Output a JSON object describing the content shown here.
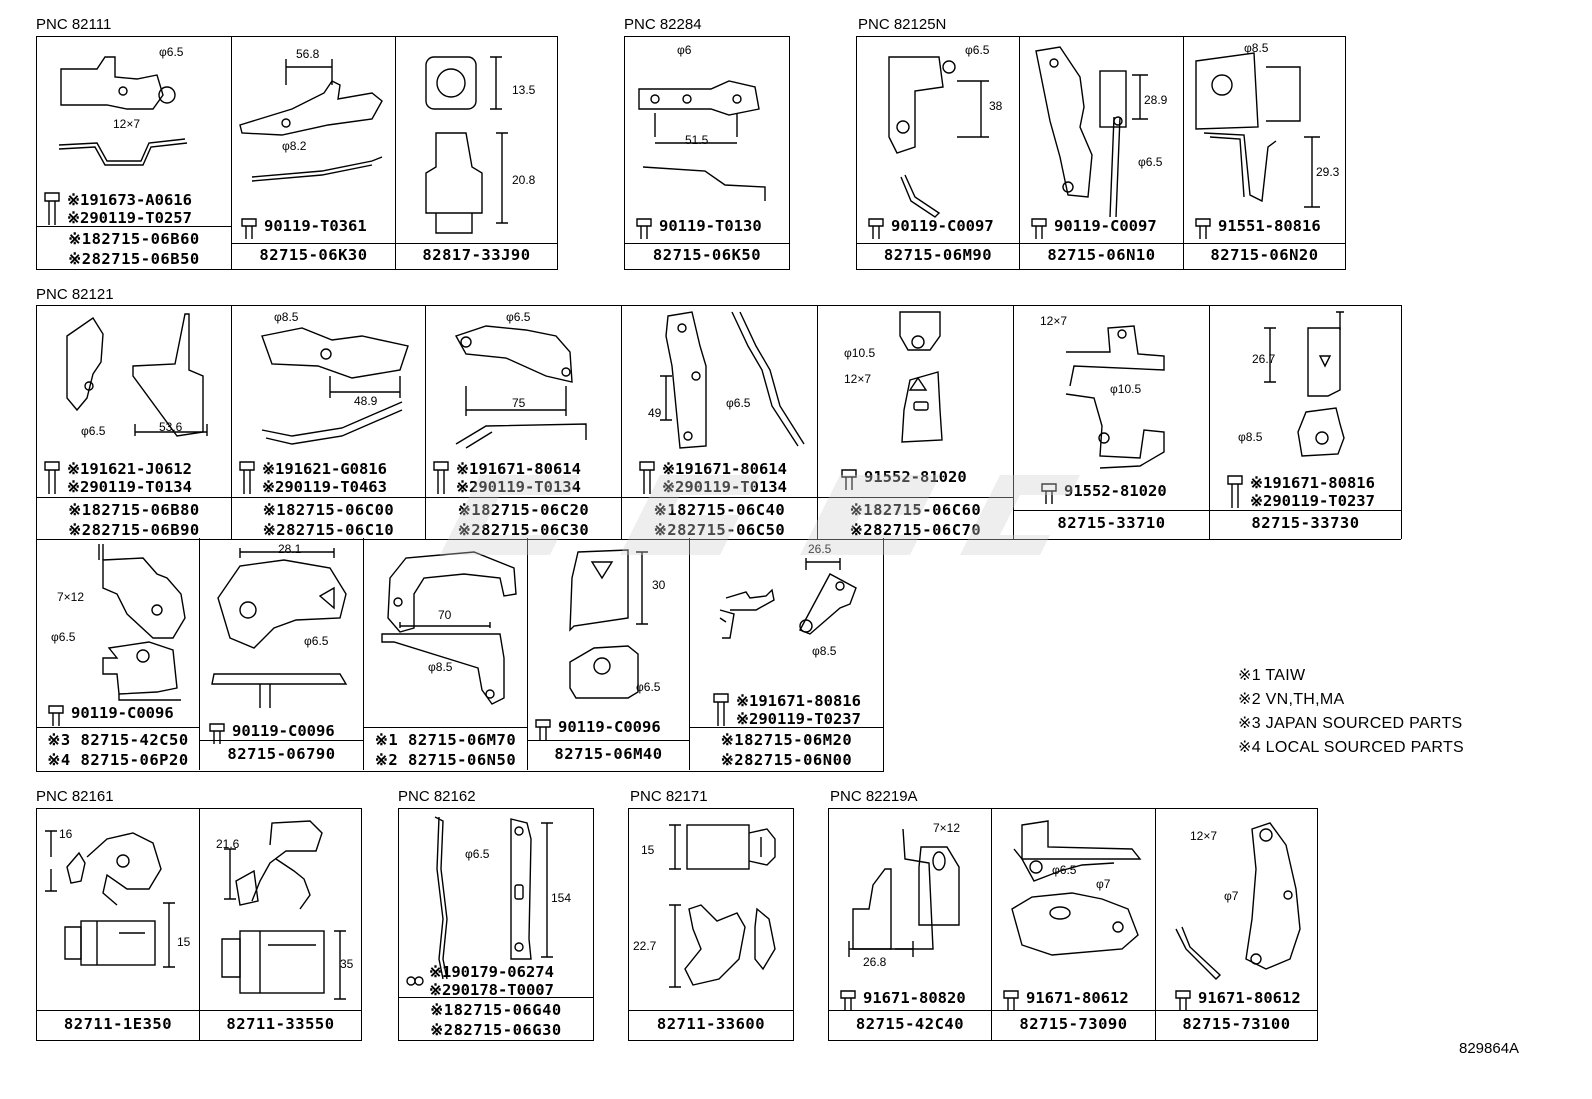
{
  "legend": [
    "※1 TAIW",
    "※2 VN,TH,MA",
    "※3 JAPAN SOURCED PARTS",
    "※4 LOCAL SOURCED PARTS"
  ],
  "drawing_number": "829864A",
  "groups": {
    "g82111": {
      "pnc": "PNC 82111",
      "c1": {
        "dims": [
          "φ6.5",
          "12×7"
        ],
        "bolts": [
          "※191673-A0616",
          "※290119-T0257"
        ],
        "parts": [
          "※182715-06B60",
          "※282715-06B50"
        ]
      },
      "c2": {
        "dims": [
          "56.8",
          "φ8.2"
        ],
        "bolts": [
          "90119-T0361"
        ],
        "parts": [
          "82715-06K30"
        ]
      },
      "c3": {
        "dims": [
          "13.5",
          "20.8"
        ],
        "parts": [
          "82817-33J90"
        ]
      }
    },
    "g82284": {
      "pnc": "PNC 82284",
      "c1": {
        "dims": [
          "φ6",
          "51.5"
        ],
        "bolts": [
          "90119-T0130"
        ],
        "parts": [
          "82715-06K50"
        ]
      }
    },
    "g82125N": {
      "pnc": "PNC 82125N",
      "c1": {
        "dims": [
          "φ6.5",
          "38"
        ],
        "bolts": [
          "90119-C0097"
        ],
        "parts": [
          "82715-06M90"
        ]
      },
      "c2": {
        "dims": [
          "28.9",
          "φ6.5"
        ],
        "bolts": [
          "90119-C0097"
        ],
        "parts": [
          "82715-06N10"
        ]
      },
      "c3": {
        "dims": [
          "φ8.5",
          "29.3"
        ],
        "bolts": [
          "91551-80816"
        ],
        "parts": [
          "82715-06N20"
        ]
      }
    },
    "g82121": {
      "pnc": "PNC 82121",
      "c1": {
        "dims": [
          "φ6.5",
          "53.6"
        ],
        "bolts": [
          "※191621-J0612",
          "※290119-T0134"
        ],
        "parts": [
          "※182715-06B80",
          "※282715-06B90"
        ]
      },
      "c2": {
        "dims": [
          "φ8.5",
          "48.9"
        ],
        "bolts": [
          "※191621-G0816",
          "※290119-T0463"
        ],
        "parts": [
          "※182715-06C00",
          "※282715-06C10"
        ]
      },
      "c3": {
        "dims": [
          "φ6.5",
          "75"
        ],
        "bolts": [
          "※191671-80614",
          "※290119-T0134"
        ],
        "parts": [
          "※182715-06C20",
          "※282715-06C30"
        ]
      },
      "c4": {
        "dims": [
          "49",
          "φ6.5"
        ],
        "bolts": [
          "※191671-80614",
          "※290119-T0134"
        ],
        "parts": [
          "※182715-06C40",
          "※282715-06C50"
        ]
      },
      "c5": {
        "dims": [
          "φ10.5",
          "12×7"
        ],
        "bolts": [
          "91552-81020"
        ],
        "parts": [
          "※182715-06C60",
          "※282715-06C70"
        ]
      },
      "c6": {
        "dims": [
          "12×7",
          "φ10.5"
        ],
        "bolts": [
          "91552-81020"
        ],
        "parts": [
          "82715-33710"
        ]
      },
      "c7": {
        "dims": [
          "26.7",
          "φ8.5"
        ],
        "bolts": [
          "※191671-80816",
          "※290119-T0237"
        ],
        "parts": [
          "82715-33730"
        ]
      },
      "c8": {
        "dims": [
          "7×12",
          "φ6.5"
        ],
        "bolts": [
          "90119-C0096"
        ],
        "parts": [
          "※3 82715-42C50",
          "※4 82715-06P20"
        ]
      },
      "c9": {
        "dims": [
          "28.1",
          "φ6.5"
        ],
        "bolts": [
          "90119-C0096"
        ],
        "parts": [
          "82715-06790"
        ]
      },
      "c10": {
        "dims": [
          "70",
          "φ8.5"
        ],
        "parts": [
          "※1 82715-06M70",
          "※2 82715-06N50"
        ]
      },
      "c11": {
        "dims": [
          "30",
          "φ6.5"
        ],
        "bolts": [
          "90119-C0096"
        ],
        "parts": [
          "82715-06M40"
        ]
      },
      "c12": {
        "dims": [
          "26.5",
          "φ8.5"
        ],
        "bolts": [
          "※191671-80816",
          "※290119-T0237"
        ],
        "parts": [
          "※182715-06M20",
          "※282715-06N00"
        ]
      }
    },
    "g82161": {
      "pnc": "PNC 82161",
      "c1": {
        "dims": [
          "16",
          "15"
        ],
        "parts": [
          "82711-1E350"
        ]
      },
      "c2": {
        "dims": [
          "21.6",
          "35"
        ],
        "parts": [
          "82711-33550"
        ]
      }
    },
    "g82162": {
      "pnc": "PNC 82162",
      "c1": {
        "dims": [
          "φ6.5",
          "154"
        ],
        "bolts": [
          "※190179-06274",
          "※290178-T0007"
        ],
        "parts": [
          "※182715-06G40",
          "※282715-06G30"
        ]
      }
    },
    "g82171": {
      "pnc": "PNC 82171",
      "c1": {
        "dims": [
          "15",
          "22.7"
        ],
        "parts": [
          "82711-33600"
        ]
      }
    },
    "g82219A": {
      "pnc": "PNC 82219A",
      "c1": {
        "dims": [
          "7×12",
          "26.8"
        ],
        "bolts": [
          "91671-80820"
        ],
        "parts": [
          "82715-42C40"
        ]
      },
      "c2": {
        "dims": [
          "φ6.5",
          "φ7"
        ],
        "bolts": [
          "91671-80612"
        ],
        "parts": [
          "82715-73090"
        ]
      },
      "c3": {
        "dims": [
          "12×7",
          "φ7"
        ],
        "bolts": [
          "91671-80612"
        ],
        "parts": [
          "82715-73100"
        ]
      }
    }
  }
}
